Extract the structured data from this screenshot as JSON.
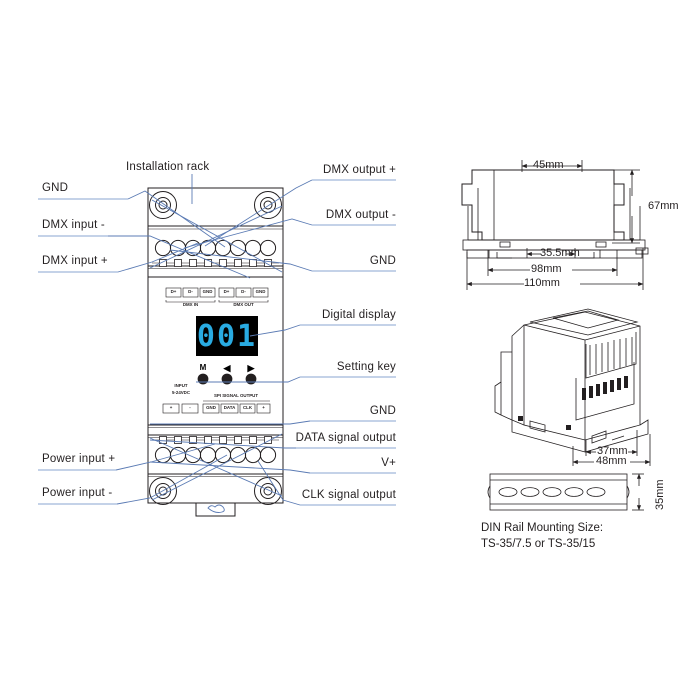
{
  "figure": {
    "title": "DMX to SPI decoder — product dimension and terminal diagram",
    "colors": {
      "leader_line": "#5b7bb4",
      "outline": "#231f20",
      "display_bg": "#000000",
      "display_digit": "#29abe2",
      "page_bg": "#ffffff"
    }
  },
  "callouts": {
    "left": [
      {
        "id": "gnd-top",
        "label": "GND"
      },
      {
        "id": "dmx-input-minus",
        "label": "DMX input -"
      },
      {
        "id": "dmx-input-plus",
        "label": "DMX input +"
      },
      {
        "id": "power-input-plus",
        "label": "Power input +"
      },
      {
        "id": "power-input-minus",
        "label": "Power input -"
      }
    ],
    "top": [
      {
        "id": "installation-rack",
        "label": "Installation rack"
      }
    ],
    "right": [
      {
        "id": "dmx-output-plus",
        "label": "DMX output +"
      },
      {
        "id": "dmx-output-minus",
        "label": "DMX output -"
      },
      {
        "id": "gnd-upper-right",
        "label": "GND"
      },
      {
        "id": "digital-display",
        "label": "Digital display"
      },
      {
        "id": "setting-key",
        "label": "Setting key"
      },
      {
        "id": "gnd-lower-right",
        "label": "GND"
      },
      {
        "id": "data-signal-output",
        "label": "DATA signal output"
      },
      {
        "id": "v-plus",
        "label": "V+"
      },
      {
        "id": "clk-signal-output",
        "label": "CLK signal output"
      }
    ]
  },
  "device": {
    "display_value": "001",
    "buttons": [
      {
        "id": "mode-button",
        "label": "M"
      },
      {
        "id": "left-button",
        "label": "◀"
      },
      {
        "id": "right-button",
        "label": "▶"
      }
    ],
    "dmx_terminal_block": {
      "in_group_label": "DMX IN",
      "out_group_label": "DMX OUT",
      "in_terminals": [
        "D+",
        "D-",
        "GND"
      ],
      "out_terminals": [
        "D+",
        "D-",
        "GND"
      ]
    },
    "power_terminal_block": {
      "input_label_line1": "INPUT",
      "input_label_line2": "5-24VDC",
      "output_group_label": "SPI SIGNAL OUTPUT",
      "input_terminals": [
        "+",
        "-"
      ],
      "output_terminals": [
        "GND",
        "DATA",
        "CLK",
        "+"
      ]
    },
    "terminal_circle_count_top": 8,
    "terminal_circle_count_bottom": 8,
    "screw_hole_count": 4
  },
  "dimensions": {
    "front_view": [
      {
        "id": "dim-45mm",
        "label": "45mm",
        "orientation": "horizontal"
      },
      {
        "id": "dim-67mm",
        "label": "67mm",
        "orientation": "vertical"
      },
      {
        "id": "dim-35-5mm",
        "label": "35.5mm",
        "orientation": "horizontal"
      },
      {
        "id": "dim-98mm",
        "label": "98mm",
        "orientation": "horizontal"
      },
      {
        "id": "dim-110mm",
        "label": "110mm",
        "orientation": "horizontal"
      }
    ],
    "iso_view": [
      {
        "id": "dim-37mm",
        "label": "37mm",
        "orientation": "horizontal"
      },
      {
        "id": "dim-48mm",
        "label": "48mm",
        "orientation": "horizontal"
      }
    ],
    "din_rail": [
      {
        "id": "dim-35mm",
        "label": "35mm",
        "orientation": "vertical"
      }
    ]
  },
  "din_rail_note": {
    "line1": "DIN Rail Mounting Size:",
    "line2": "TS-35/7.5 or TS-35/15"
  }
}
